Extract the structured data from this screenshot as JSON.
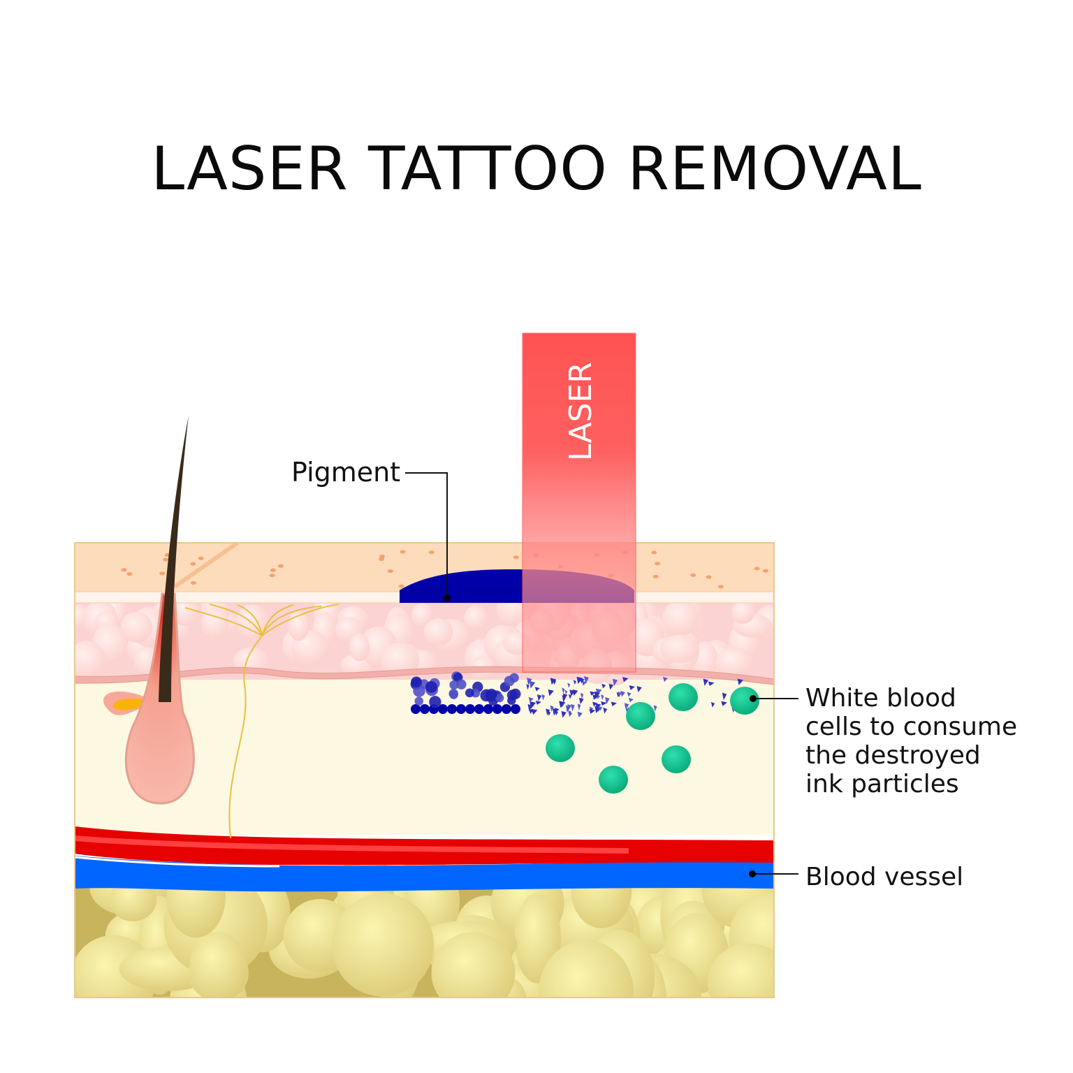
{
  "title": "LASER TATTOO REMOVAL",
  "laser_label": "LASER",
  "labels": {
    "pigment": "Pigment",
    "white_blood_cells": [
      "White blood",
      "cells to consume",
      "the destroyed",
      "ink particles"
    ],
    "blood_vessel": "Blood vessel"
  },
  "colors": {
    "epidermis": "#fddcbc",
    "cell_layer": "#fcd3d3",
    "dermis": "#fdf8e2",
    "fat": "#c9b45e",
    "fat_cells": "#f5eaa0",
    "artery": "#e60000",
    "vein": "#0066ff",
    "pigment": "#0000a8",
    "laser": "#ff3535",
    "wbc": "#12cf98"
  }
}
